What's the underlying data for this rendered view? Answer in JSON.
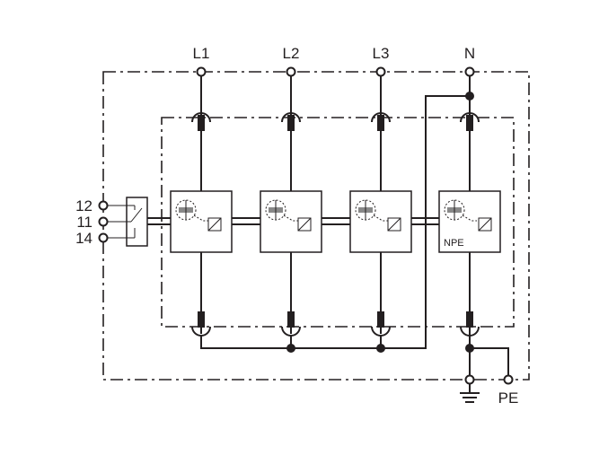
{
  "terminals": {
    "top": [
      "L1",
      "L2",
      "L3",
      "N"
    ],
    "left": [
      "12",
      "11",
      "14"
    ],
    "bottom_pe": "PE"
  },
  "module_labels": {
    "npe": "NPE"
  },
  "icons": [
    "ground-icon",
    "varistor-icon",
    "thermal-disconnect-icon",
    "changeover-contact-icon"
  ]
}
